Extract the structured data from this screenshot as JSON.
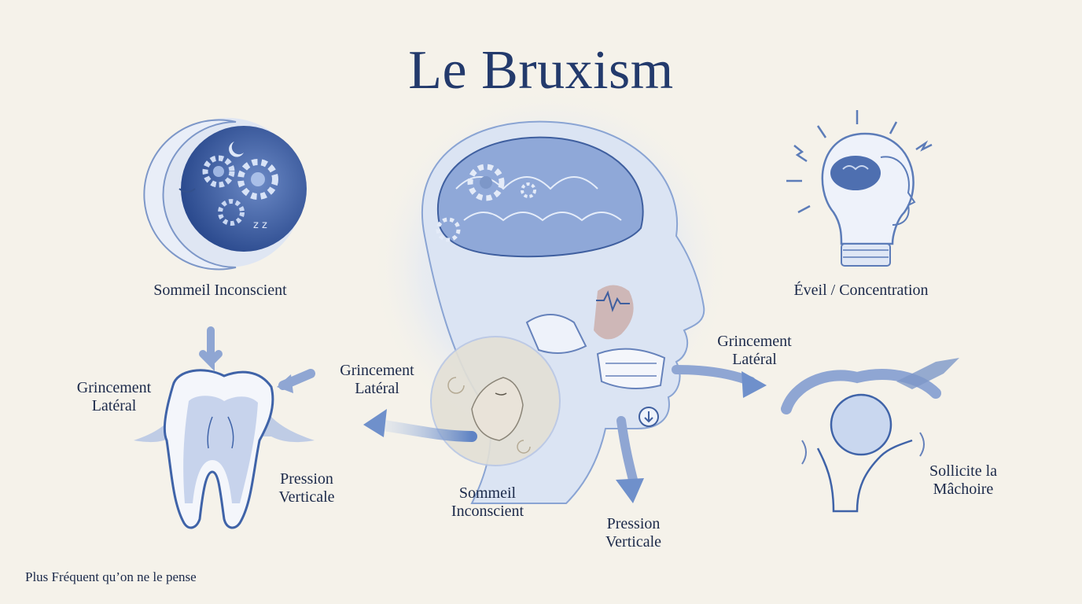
{
  "title": "Le Bruxism",
  "labels": {
    "moon_caption": "Sommeil Inconscient",
    "bulb_caption": "Éveil / Concentration",
    "tooth_lateral_line1": "Grincement",
    "tooth_lateral_line2": "Latéral",
    "tooth_vertical_line1": "Pression",
    "tooth_vertical_line2": "Verticale",
    "center_lateral_line1": "Grincement",
    "center_lateral_line2": "Latéral",
    "center_sleep_line1": "Sommeil",
    "center_sleep_line2": "Inconscient",
    "center_vertical_line1": "Pression",
    "center_vertical_line2": "Verticale",
    "right_lateral_line1": "Grincement",
    "right_lateral_line2": "Latéral",
    "joint_line1": "Sollicite la",
    "joint_line2": "Mâchoire",
    "footer": "Plus Fréquent qu’on ne le pense"
  },
  "icons": [
    "moon-gears-icon",
    "lightbulb-head-icon",
    "tooth-icon",
    "head-brain-icon",
    "jaw-joint-icon"
  ],
  "colors": {
    "primary": "#3f63a8",
    "light": "#a9bfe3",
    "ink": "#1c2a4a",
    "background": "#f5f2ea"
  }
}
